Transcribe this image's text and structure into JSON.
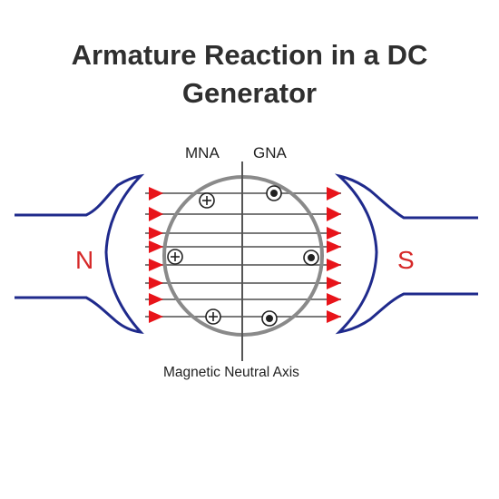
{
  "title": {
    "line1": "Armature Reaction in a DC",
    "line2": "Generator"
  },
  "labels": {
    "mna": "MNA",
    "gna": "GNA",
    "north_pole": "N",
    "south_pole": "S",
    "axis_caption": "Magnetic Neutral Axis"
  },
  "colors": {
    "title": "#2f2f2f",
    "pole_outline": "#1f2a8c",
    "pole_letter": "#d62828",
    "flux_arrow": "#e8141a",
    "armature": "#8a8a8a",
    "flux_line": "#7a7a7a",
    "axis_line": "#555555"
  },
  "conductor_symbols": {
    "plus": "plus-conductor",
    "dot": "dot-conductor"
  }
}
